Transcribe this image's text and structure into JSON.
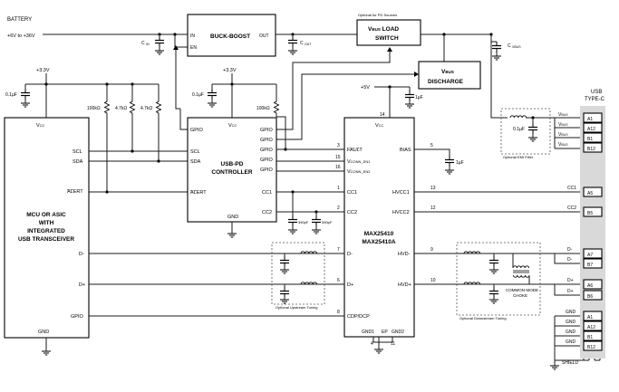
{
  "battery": {
    "label": "BATTERY",
    "range": "+6V to +36V"
  },
  "buckboost": {
    "name": "BUCK-BOOST",
    "in": "IN",
    "en": "EN",
    "out": "OUT"
  },
  "caps": {
    "cin": "C",
    "cin_sub": "IN",
    "cout": "C",
    "cout_sub": "OUT",
    "cvbus": "C",
    "cvbus_sub": "VBUS",
    "c01a": "0.1µF",
    "c01b": "0.1µF",
    "c01c": "0.1µF",
    "c1a": "1µF",
    "c1b": "1µF",
    "c390a": "390pF",
    "c390b": "390pF"
  },
  "load_switch": {
    "note": "Optional for PD Sources",
    "line1_a": "V",
    "line1_sub": "BUS",
    "line1_b": " LOAD",
    "line2": "SWITCH"
  },
  "discharge": {
    "line1_a": "V",
    "line1_sub": "BUS",
    "line2": "DISCHARGE"
  },
  "rails": {
    "v33a": "+3.3V",
    "v33b": "+3.3V",
    "v5": "+5V"
  },
  "resistors": {
    "r100a": "100kΩ",
    "r47a": "4.7kΩ",
    "r47b": "4.7kΩ",
    "r100b": "100kΩ"
  },
  "mcu": {
    "vcc": "V",
    "vcc_sub": "CC",
    "scl": "SCL",
    "sda": "SDA",
    "alert": "ALERT",
    "dm": "D-",
    "dp": "D+",
    "gpio": "GPIO",
    "gnd": "GND",
    "title1": "MCU OR ASIC",
    "title2": "WITH",
    "title3": "INTEGRATED",
    "title4": "USB TRANSCEIVER"
  },
  "pd": {
    "vcc": "V",
    "vcc_sub": "CC",
    "gpio_l": "GPIO",
    "scl": "SCL",
    "sda": "SDA",
    "alert": "ALERT",
    "gpio1": "GPIO",
    "gpio2": "GPIO",
    "gpio3": "GPIO",
    "gpio4": "GPIO",
    "gpio5": "GPIO",
    "cc1": "CC1",
    "cc2": "CC2",
    "gnd": "GND",
    "title1": "USB-PD",
    "title2": "CONTROLLER"
  },
  "max": {
    "vcc": "V",
    "vcc_sub": "CC",
    "pin14": "14",
    "fault": "FAULT",
    "conn1_a": "V",
    "conn1_sub": "CONN_EN1",
    "conn2_a": "V",
    "conn2_sub": "CONN_EN2",
    "cc1": "CC1",
    "cc2": "CC2",
    "dm": "D-",
    "dp": "D+",
    "cdp": "CDP/DCP",
    "bias": "BIAS",
    "hvcc1": "HVCC1",
    "hvcc2": "HVCC2",
    "hvdm": "HVD-",
    "hvdp": "HVD+",
    "gnd1": "GND1",
    "ep": "EP",
    "gnd2": "GND2",
    "title1": "MAX25410",
    "title2": "MAX25410A",
    "p3": "3",
    "p15": "15",
    "p16": "16",
    "p1": "1",
    "p2": "2",
    "p7": "7",
    "p6": "6",
    "p8": "8",
    "p5": "5",
    "p13": "13",
    "p12": "12",
    "p9": "9",
    "p10": "10",
    "p4": "4",
    "p11": "11"
  },
  "filters": {
    "emi": "Optional EMI Filter",
    "upstream": "Optional Upstream Tuning",
    "downstream": "Optional Downstream Tuning",
    "choke1": "COMMON-MODE",
    "choke2": "CHOKE"
  },
  "usb": {
    "title1": "USB",
    "title2": "TYPE-C",
    "vbus": "V",
    "vbus_sub": "BUS",
    "pins": [
      "A1",
      "A12",
      "B1",
      "B12",
      "A5",
      "B5",
      "A7",
      "B7",
      "A6",
      "B6",
      "A1",
      "A12",
      "B1",
      "B12"
    ],
    "cc1": "CC1",
    "cc2": "CC2",
    "dm1": "D-",
    "dm2": "D-",
    "dp1": "D+",
    "dp2": "D+",
    "gnd": "GND",
    "shield": "SHIELD"
  }
}
